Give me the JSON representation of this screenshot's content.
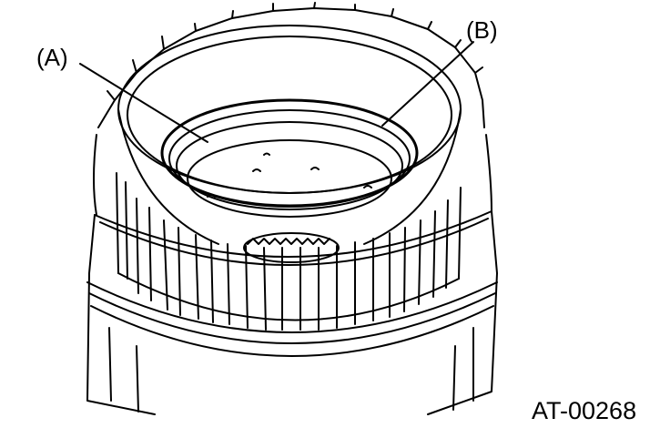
{
  "callouts": {
    "a": "(A)",
    "b": "(B)"
  },
  "figure_code": "AT-00268",
  "colors": {
    "ink": "#000000",
    "paper": "#ffffff"
  }
}
